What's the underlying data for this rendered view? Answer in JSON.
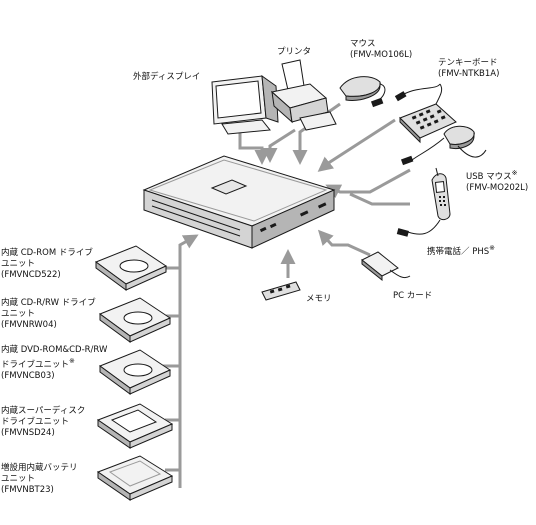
{
  "labels": {
    "external_display": "外部ディスプレイ",
    "printer": "プリンタ",
    "mouse_name": "マウス",
    "mouse_model": "(FMV-MO106L)",
    "tenkey_name": "テンキーボード",
    "tenkey_model": "(FMV-NTKB1A)",
    "usb_mouse_name": "USB マウス",
    "usb_mouse_model": "(FMV-MO202L)",
    "phone": "携帯電話／ PHS",
    "memory": "メモリ",
    "pc_card": "PC カード",
    "note_mark": "※"
  },
  "drives": [
    {
      "line1": "内蔵 CD-ROM ドライブ",
      "line2": "ユニット",
      "line3": "(FMVNCD522)"
    },
    {
      "line1": "内蔵 CD-R/RW ドライブ",
      "line2": "ユニット",
      "line3": "(FMVNRW04)"
    },
    {
      "line1": "内蔵 DVD-ROM&CD-R/RW",
      "line2": "ドライブユニット",
      "line3": "(FMVNCB03)"
    },
    {
      "line1": "内蔵スーパーディスク",
      "line2": "ドライブユニット",
      "line3": "(FMVNSD24)"
    },
    {
      "line1": "増設用内蔵バッテリ",
      "line2": "ユニット",
      "line3": "(FMVNBT23)"
    }
  ],
  "colors": {
    "connector_gray": "#9a9a9a",
    "line_black": "#1a1a1a",
    "device_fill": "#f2f2f2",
    "device_shade": "#b5b5b5"
  }
}
